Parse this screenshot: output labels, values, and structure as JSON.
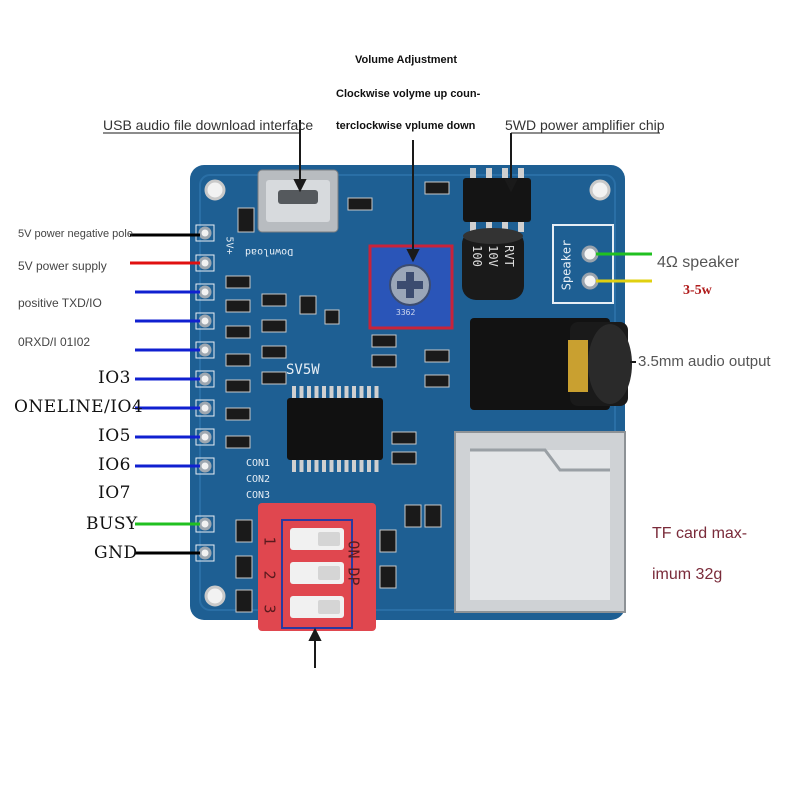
{
  "title": {
    "line1": "Volume Adjustment",
    "line2": "Clockwise volyme up coun-",
    "line3": "terclockwise vplume down"
  },
  "callouts": {
    "usb": "USB audio file download interface",
    "amp": "5WD power amplifier chip",
    "speaker": "4Ω speaker",
    "speaker_power": "3-5w",
    "audio_out": "3.5mm audio output",
    "tf_line1": "TF card max-",
    "tf_line2": "imum 32g"
  },
  "pins": [
    {
      "label": "5V power negative pole",
      "wire_color": "#000000"
    },
    {
      "label": "5V power supply",
      "wire_color": "#e01010"
    },
    {
      "label": "positive TXD/IO",
      "wire_color": "#1020d0"
    },
    {
      "label": "0RXD/I 01I02",
      "wire_color": "#1020d0"
    },
    {
      "label": "IO3",
      "wire_color": "#1020d0"
    },
    {
      "label": "ONELINE/IO4",
      "wire_color": "#1020d0"
    },
    {
      "label": "IO5",
      "wire_color": "#1020d0"
    },
    {
      "label": "IO6",
      "wire_color": "#1020d0"
    },
    {
      "label": "IO7",
      "wire_color": "#1020d0"
    },
    {
      "label": "BUSY",
      "wire_color": "#20c020"
    },
    {
      "label": "GND",
      "wire_color": "#000000"
    }
  ],
  "board": {
    "silk_name": "SV5W",
    "silk_download": "Download",
    "silk_speaker": "Speaker",
    "silk_con": [
      "CON1",
      "CON2",
      "CON3"
    ],
    "silk_pwr": "5V+",
    "cap_text": [
      "100",
      "10V",
      "RVT"
    ],
    "dip_text": "ON DP",
    "dip_numbers": [
      "1",
      "2",
      "3"
    ],
    "pot_code": "3362"
  },
  "colors": {
    "pcb": "#1e5f93",
    "pcb_dark": "#174a74",
    "dip": "#e0474f"
  }
}
